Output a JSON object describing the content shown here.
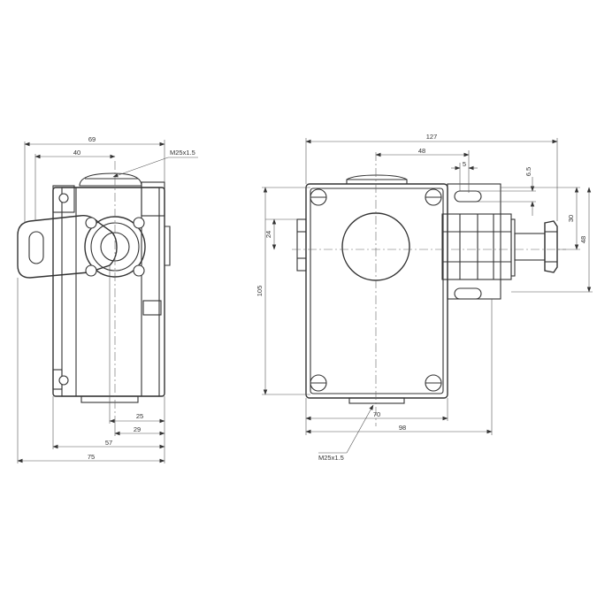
{
  "side_view": {
    "dims": {
      "w69": "69",
      "w40": "40",
      "thread": "M25x1.5",
      "w25": "25",
      "w29": "29",
      "w57": "57",
      "w75": "75"
    }
  },
  "front_view": {
    "dims": {
      "w127": "127",
      "w48": "48",
      "w5": "5",
      "h6_5": "6.5",
      "h24": "24",
      "h30": "30",
      "h48": "48",
      "h105": "105",
      "w70": "70",
      "w98": "98",
      "thread": "M25x1.5"
    }
  }
}
